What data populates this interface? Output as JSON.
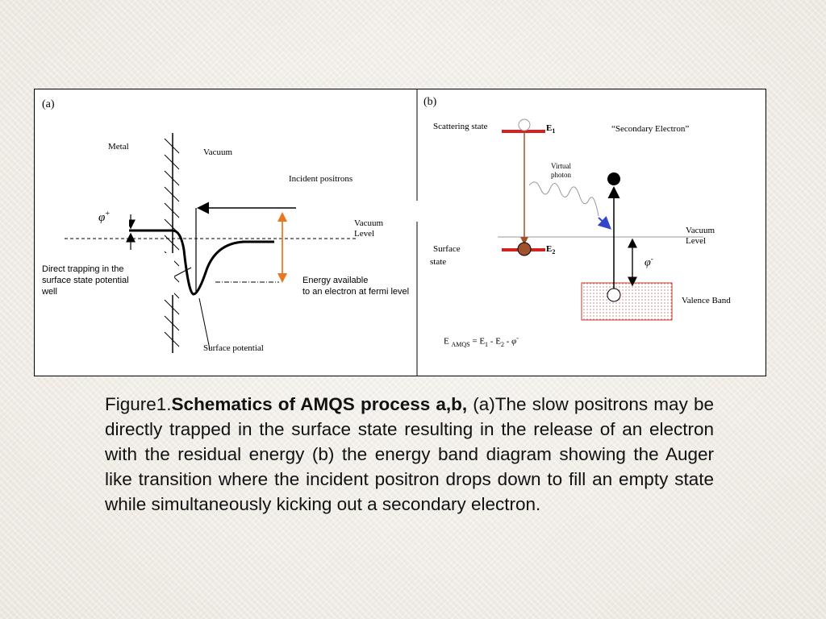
{
  "panel_a": {
    "label": "(a)",
    "metal": "Metal",
    "vacuum": "Vacuum",
    "incident_positrons": "Incident positrons",
    "phi_plus": "φ",
    "phi_plus_sup": "+",
    "vacuum_level_1": "Vacuum",
    "vacuum_level_2": "Level",
    "direct_trapping": [
      "Direct trapping in the",
      "surface state potential",
      "well"
    ],
    "energy_available": [
      "Energy available",
      "to an electron at fermi level"
    ],
    "surface_potential": "Surface potential"
  },
  "panel_b": {
    "label": "(b)",
    "scattering_state": "Scattering state",
    "e1": "E",
    "e1_sub": "1",
    "secondary_electron": "“Secondary Electron”",
    "virtual_photon_1": "Virtual",
    "virtual_photon_2": "photon",
    "surface_state_1": "Surface",
    "surface_state_2": "state",
    "e2": "E",
    "e2_sub": "2",
    "vacuum_level_1": "Vacuum",
    "vacuum_level_2": "Level",
    "phi_minus": "φ",
    "phi_minus_sup": "-",
    "valence_band": "Valence Band",
    "equation": {
      "e": "E",
      "amqs": "AMQS",
      "rest": "= E",
      "s1": "1",
      "minus": " - E",
      "s2": "2",
      "minus2": " - ",
      "phi": "φ",
      "phisup": "-"
    }
  },
  "caption": {
    "prefix": "Figure1.",
    "bold": "Schematics of AMQS process a,b,",
    "text": " (a)The slow positrons may be directly trapped in the surface state resulting in the release of an electron with the residual energy (b) the energy band diagram showing the Auger like transition where the incident positron drops down to fill an empty state while simultaneously kicking out a secondary electron."
  },
  "colors": {
    "orange": "#e87722",
    "red": "#d42020",
    "brown": "#a0522d",
    "blue": "#3344cc",
    "valence_dots": "#c0392b"
  }
}
